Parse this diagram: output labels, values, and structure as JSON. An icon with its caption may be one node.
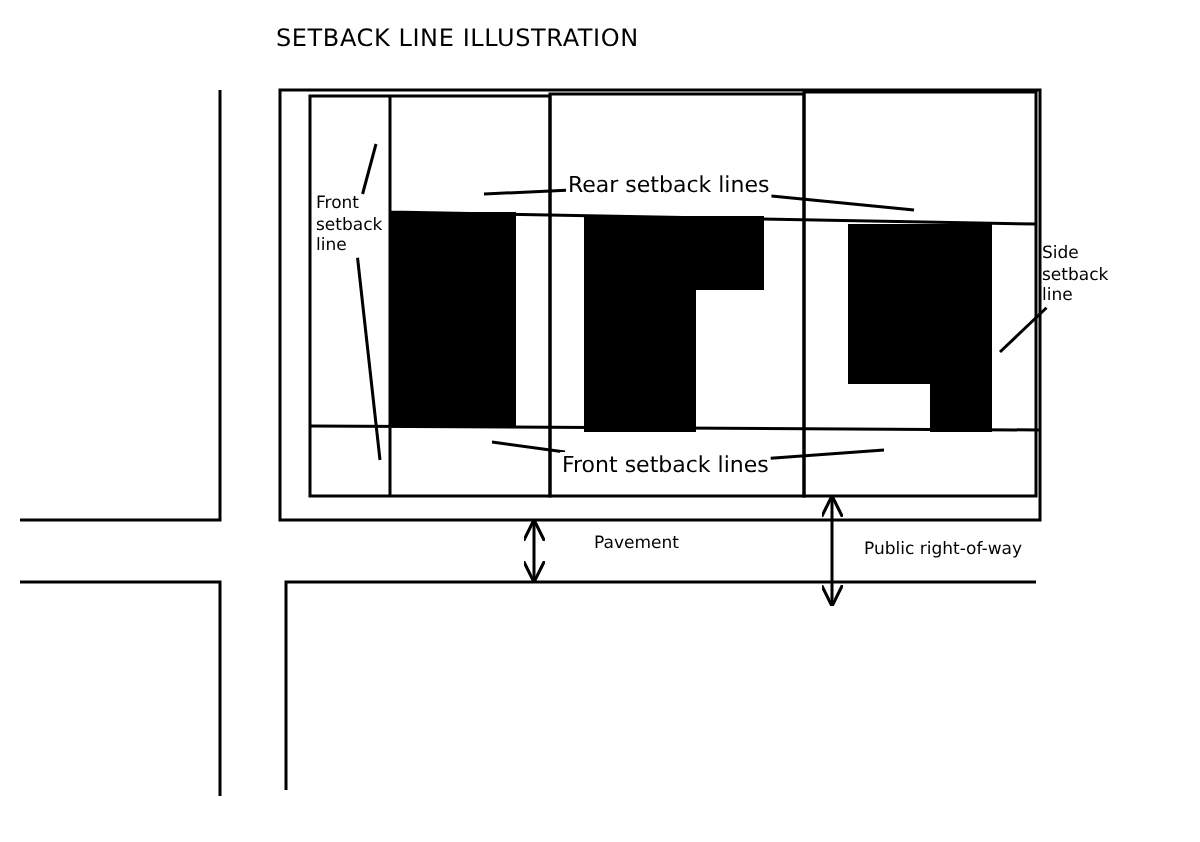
{
  "diagram": {
    "title": "SETBACK LINE ILLUSTRATION",
    "nodes": [
      {
        "text": [
          "Front setback line"
        ]
      },
      {
        "text": [
          "Rear setback lines"
        ]
      },
      {
        "text": [
          "Side setback line"
        ]
      },
      {
        "text": [
          "Front setback lines"
        ]
      }
    ],
    "edges": [
      {
        "from": 0,
        "to": null,
        "arrow": "none"
      },
      {
        "from": 0,
        "to": null,
        "arrow": "none"
      },
      {
        "from": 1,
        "to": null,
        "arrow": "none"
      },
      {
        "from": 1,
        "to": null,
        "arrow": "none"
      },
      {
        "from": 2,
        "to": null,
        "arrow": "none"
      },
      {
        "from": 3,
        "to": null,
        "arrow": "none"
      },
      {
        "from": 3,
        "to": null,
        "arrow": "none"
      }
    ],
    "labels": [
      "Pavement",
      "Public right-of-way"
    ]
  }
}
